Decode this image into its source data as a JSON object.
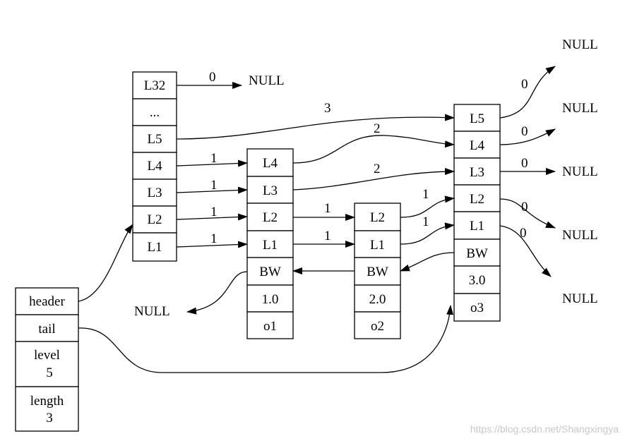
{
  "null_label": "NULL",
  "zskiplist": {
    "cells": [
      {
        "label": "header"
      },
      {
        "label": "tail"
      },
      {
        "label": "level",
        "value": "5"
      },
      {
        "label": "length",
        "value": "3"
      }
    ]
  },
  "header_node": {
    "levels": [
      "L32",
      "...",
      "L5",
      "L4",
      "L3",
      "L2",
      "L1"
    ]
  },
  "nodes": [
    {
      "id": "o1",
      "levels": [
        "L4",
        "L3",
        "L2",
        "L1"
      ],
      "backward": "BW",
      "score": "1.0",
      "obj": "o1"
    },
    {
      "id": "o2",
      "levels": [
        "L2",
        "L1"
      ],
      "backward": "BW",
      "score": "2.0",
      "obj": "o2"
    },
    {
      "id": "o3",
      "levels": [
        "L5",
        "L4",
        "L3",
        "L2",
        "L1"
      ],
      "backward": "BW",
      "score": "3.0",
      "obj": "o3"
    }
  ],
  "spans": {
    "header_l32": "0",
    "header_l5": "3",
    "header_l4": "1",
    "header_l3": "1",
    "header_l2": "1",
    "header_l1": "1",
    "o1_l4": "2",
    "o1_l3": "2",
    "o1_l2": "1",
    "o1_l1": "1",
    "o2_l2": "1",
    "o2_l1": "1",
    "o3_l5": "0",
    "o3_l4": "0",
    "o3_l3": "0",
    "o3_l2": "0",
    "o3_l1": "0"
  },
  "watermark": "https://blog.csdn.net/Shangxingya"
}
